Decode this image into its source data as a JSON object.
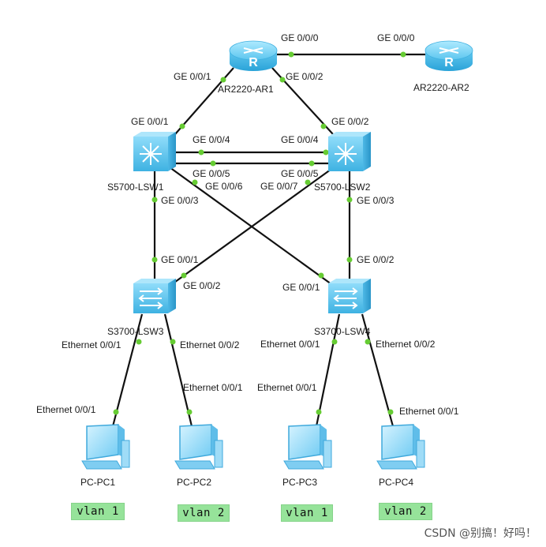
{
  "devices": {
    "ar1": "AR2220-AR1",
    "ar2": "AR2220-AR2",
    "lsw1": "S5700-LSW1",
    "lsw2": "S5700-LSW2",
    "lsw3": "S3700-LSW3",
    "lsw4": "S3700-LSW4",
    "pc1": "PC-PC1",
    "pc2": "PC-PC2",
    "pc3": "PC-PC3",
    "pc4": "PC-PC4"
  },
  "ports": {
    "ar1_ge000": "GE 0/0/0",
    "ar2_ge000": "GE 0/0/0",
    "ar1_ge001": "GE 0/0/1",
    "ar1_ge002": "GE 0/0/2",
    "lsw1_ge001": "GE 0/0/1",
    "lsw2_ge002": "GE 0/0/2",
    "lsw1_ge004": "GE 0/0/4",
    "lsw2_ge004": "GE 0/0/4",
    "lsw1_ge005": "GE 0/0/5",
    "lsw2_ge005": "GE 0/0/5",
    "lsw1_ge006": "GE 0/0/6",
    "lsw2_ge007": "GE 0/0/7",
    "lsw1_ge003": "GE 0/0/3",
    "lsw2_ge003": "GE 0/0/3",
    "lsw3_ge001": "GE 0/0/1",
    "lsw3_ge002": "GE 0/0/2",
    "lsw4_ge001": "GE 0/0/1",
    "lsw4_ge002": "GE 0/0/2",
    "lsw3_eth1": "Ethernet 0/0/1",
    "lsw3_eth2": "Ethernet 0/0/2",
    "lsw4_eth1": "Ethernet 0/0/1",
    "lsw4_eth2": "Ethernet 0/0/2",
    "pc1_eth": "Ethernet 0/0/1",
    "pc2_eth": "Ethernet 0/0/1",
    "pc3_eth": "Ethernet 0/0/1",
    "pc4_eth": "Ethernet 0/0/1"
  },
  "vlans": {
    "pc1": "vlan 1",
    "pc2": "vlan 2",
    "pc3": "vlan 1",
    "pc4": "vlan 2"
  },
  "colors": {
    "link": "#111111",
    "port_dot": "#66cc33",
    "device_blue": "#5ec8f0",
    "vlan_bg": "#96e39a"
  },
  "watermark": "CSDN @别搞！好吗！"
}
